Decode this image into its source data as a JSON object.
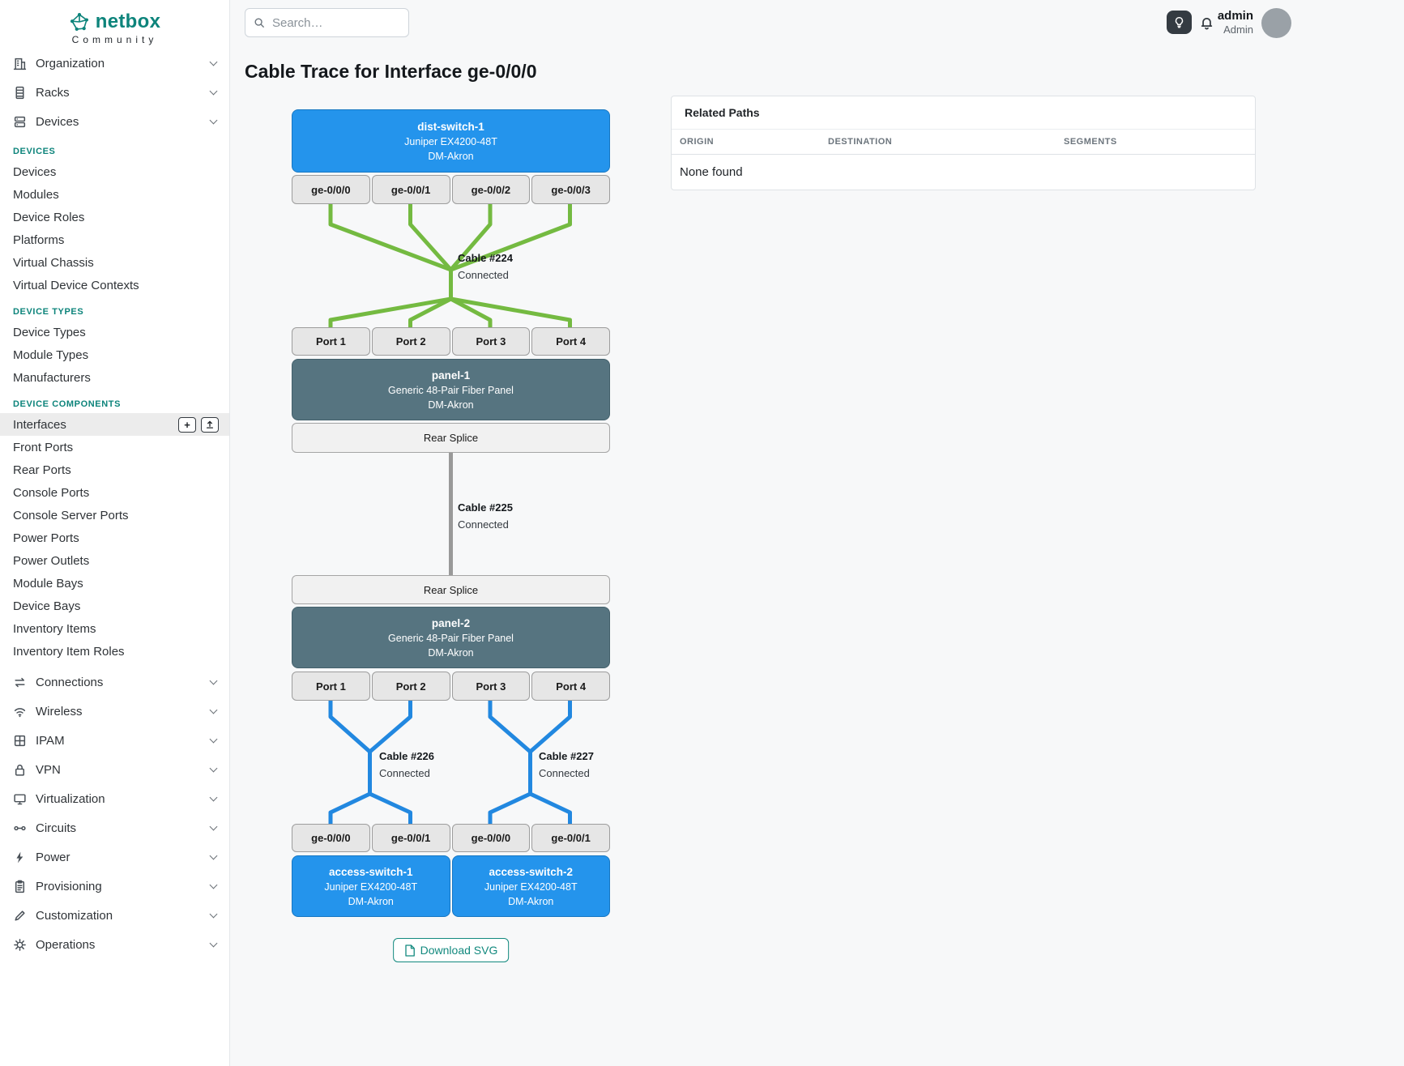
{
  "brand": {
    "name": "netbox",
    "tagline": "Community"
  },
  "topbar": {
    "search_placeholder": "Search…",
    "user": {
      "name": "admin",
      "role": "Admin"
    },
    "icons": [
      "search-icon",
      "light-bulb-icon",
      "bell-icon",
      "avatar"
    ]
  },
  "icons": {
    "add": "+"
  },
  "sidebar": {
    "groups_top": [
      {
        "label": "Organization",
        "icon": "organization-icon"
      },
      {
        "label": "Racks",
        "icon": "racks-icon"
      },
      {
        "label": "Devices",
        "icon": "devices-icon"
      }
    ],
    "sections": [
      {
        "title": "DEVICES",
        "items": [
          "Devices",
          "Modules",
          "Device Roles",
          "Platforms",
          "Virtual Chassis",
          "Virtual Device Contexts"
        ]
      },
      {
        "title": "DEVICE TYPES",
        "items": [
          "Device Types",
          "Module Types",
          "Manufacturers"
        ]
      },
      {
        "title": "DEVICE COMPONENTS",
        "items": [
          "Interfaces",
          "Front Ports",
          "Rear Ports",
          "Console Ports",
          "Console Server Ports",
          "Power Ports",
          "Power Outlets",
          "Module Bays",
          "Device Bays",
          "Inventory Items",
          "Inventory Item Roles"
        ]
      }
    ],
    "groups_bottom": [
      "Connections",
      "Wireless",
      "IPAM",
      "VPN",
      "Virtualization",
      "Circuits",
      "Power",
      "Provisioning",
      "Customization",
      "Operations"
    ]
  },
  "page": {
    "title": "Cable Trace for Interface ge-0/0/0"
  },
  "related_paths": {
    "title": "Related Paths",
    "columns": [
      "ORIGIN",
      "DESTINATION",
      "SEGMENTS"
    ],
    "empty_text": "None found"
  },
  "trace": {
    "top_device": {
      "name": "dist-switch-1",
      "model": "Juniper EX4200-48T",
      "site": "DM-Akron"
    },
    "top_interfaces": [
      "ge-0/0/0",
      "ge-0/0/1",
      "ge-0/0/2",
      "ge-0/0/3"
    ],
    "cable_224": {
      "label": "Cable #224",
      "status": "Connected"
    },
    "panel1_front_ports": [
      "Port 1",
      "Port 2",
      "Port 3",
      "Port 4"
    ],
    "panel1": {
      "name": "panel-1",
      "model": "Generic 48-Pair Fiber Panel",
      "site": "DM-Akron"
    },
    "panel1_rear": "Rear Splice",
    "cable_225": {
      "label": "Cable #225",
      "status": "Connected"
    },
    "panel2_rear": "Rear Splice",
    "panel2": {
      "name": "panel-2",
      "model": "Generic 48-Pair Fiber Panel",
      "site": "DM-Akron"
    },
    "panel2_front_ports": [
      "Port 1",
      "Port 2",
      "Port 3",
      "Port 4"
    ],
    "cable_226": {
      "label": "Cable #226",
      "status": "Connected"
    },
    "cable_227": {
      "label": "Cable #227",
      "status": "Connected"
    },
    "bottom_interfaces": [
      "ge-0/0/0",
      "ge-0/0/1",
      "ge-0/0/0",
      "ge-0/0/1"
    ],
    "bottom_devices": [
      {
        "name": "access-switch-1",
        "model": "Juniper EX4200-48T",
        "site": "DM-Akron"
      },
      {
        "name": "access-switch-2",
        "model": "Juniper EX4200-48T",
        "site": "DM-Akron"
      }
    ],
    "download_label": "Download SVG",
    "colors": {
      "brand_teal": "#0d847b",
      "device_blue": "#2494ec",
      "panel_slate": "#567480",
      "cable_green": "#74ba41",
      "cable_blue": "#2288e0",
      "cable_gray": "#999999"
    }
  }
}
